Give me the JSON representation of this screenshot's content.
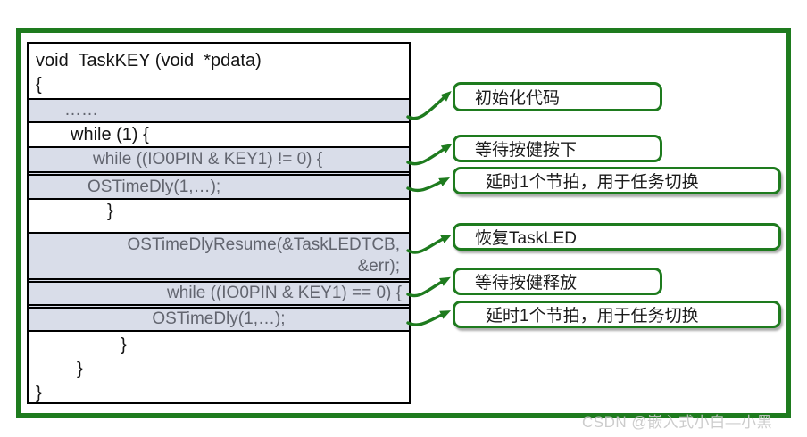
{
  "colors": {
    "accent_green": "#1e7b1e",
    "highlight_row_bg": "#d9dde9",
    "highlight_text": "#62656f",
    "code_text": "#141414",
    "watermark_gray": "#c7c7c7"
  },
  "code": {
    "line_signature": "void  TaskKEY (void  *pdata)",
    "line_open_brace": "{",
    "line_dots": "……",
    "line_while1": "while (1) {",
    "line_while_keydown": "while ((IO0PIN & KEY1) != 0) {",
    "line_delay1": "OSTimeDly(1,…);",
    "line_close_brace1": "}",
    "line_resume_part1": "OSTimeDlyResume(&TaskLEDTCB,",
    "line_resume_part2": "&err);",
    "line_while_keyup": "while ((IO0PIN & KEY1) == 0) {",
    "line_delay2": "OSTimeDly(1,…);",
    "line_close_brace2": "}",
    "line_close_brace3": "}",
    "line_close_brace4": "}"
  },
  "callouts": [
    {
      "label": "初始化代码"
    },
    {
      "label": "等待按健按下"
    },
    {
      "label": "延时1个节拍，用于任务切换"
    },
    {
      "label": "恢复TaskLED"
    },
    {
      "label": "等待按健释放"
    },
    {
      "label": "延时1个节拍，用于任务切换"
    }
  ],
  "watermark": "CSDN @嵌入式小白—小黑"
}
